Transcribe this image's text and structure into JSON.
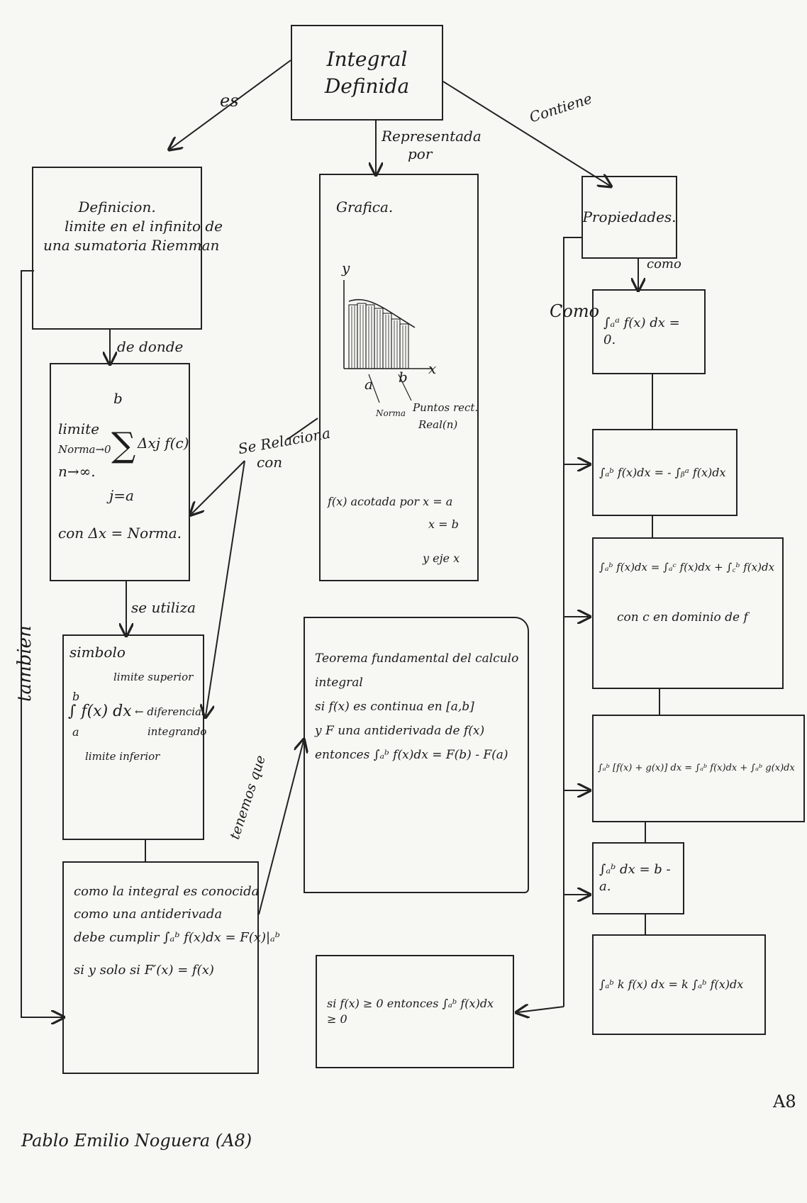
{
  "root": {
    "title": "Integral Definida"
  },
  "edges": {
    "es": "es",
    "representada": "Representada",
    "por": "por",
    "contiene": "Contiene",
    "de_donde": "de donde",
    "se_utiliza": "se utiliza",
    "se_relaciona": "Se Relaciona",
    "con": "con",
    "tenemos_que": "tenemos que",
    "tambien": "tambien",
    "como_small": "como",
    "como_big": "Como"
  },
  "definicion": {
    "title": "Definicion.",
    "line1": "limite en el infinito de",
    "line2": "una sumatoria Riemman"
  },
  "limite": {
    "upper": "b",
    "l1": "limite",
    "l2": "Norma→0",
    "l3": "n→∞.",
    "sigma": "∑",
    "term": "Δxj f(c)",
    "lower": "j=a",
    "con": "con Δx = Norma."
  },
  "simbolo": {
    "title": "simbolo",
    "sup": "limite superior",
    "expr": "∫ f(x) dx",
    "b": "b",
    "a": "a",
    "dif": "← diferencial",
    "integ": "integrando",
    "inf": "limite inferior"
  },
  "antider": {
    "l1": "como la integral es conocida",
    "l2": "como una antiderivada",
    "l3": "debe cumplir ∫ₐᵇ f(x)dx = F(x)|ₐᵇ",
    "l4": "si y solo si   F′(x) = f(x)"
  },
  "grafica": {
    "title": "Grafica.",
    "y": "y",
    "x": "x",
    "a": "a",
    "b": "b",
    "norma": "Norma",
    "puntos": "Puntos rect.",
    "real": "Real(n)",
    "acot1": "f(x) acotada por x = a",
    "acot2": "x = b",
    "acot3": "y eje x"
  },
  "teorema": {
    "l1": "Teorema fundamental del calculo",
    "l2": "integral",
    "l3": "si f(x) es continua en [a,b]",
    "l4": "y F una antiderivada de f(x)",
    "l5": "entonces ∫ₐᵇ f(x)dx = F(b) - F(a)"
  },
  "positiva": {
    "text": "si f(x) ≥ 0 entonces ∫ₐᵇ f(x)dx ≥ 0"
  },
  "propiedades": {
    "title": "Propiedades.",
    "p1": "∫ₐᵃ f(x) dx = 0.",
    "p2": "∫ₐᵇ f(x)dx = - ∫ᵦᵃ f(x)dx",
    "p3a": "∫ₐᵇ f(x)dx = ∫ₐᶜ f(x)dx + ∫꜀ᵇ f(x)dx",
    "p3b": "con c en dominio de f",
    "p4": "∫ₐᵇ [f(x) + g(x)] dx = ∫ₐᵇ f(x)dx + ∫ₐᵇ g(x)dx",
    "p5": "∫ₐᵇ dx = b - a.",
    "p6": "∫ₐᵇ k f(x) dx = k ∫ₐᵇ f(x)dx"
  },
  "footer": {
    "author": "Pablo Emilio Noguera (A8)",
    "code": "A8"
  },
  "colors": {
    "ink": "#1c1c1c",
    "paper": "#f7f7f4"
  }
}
